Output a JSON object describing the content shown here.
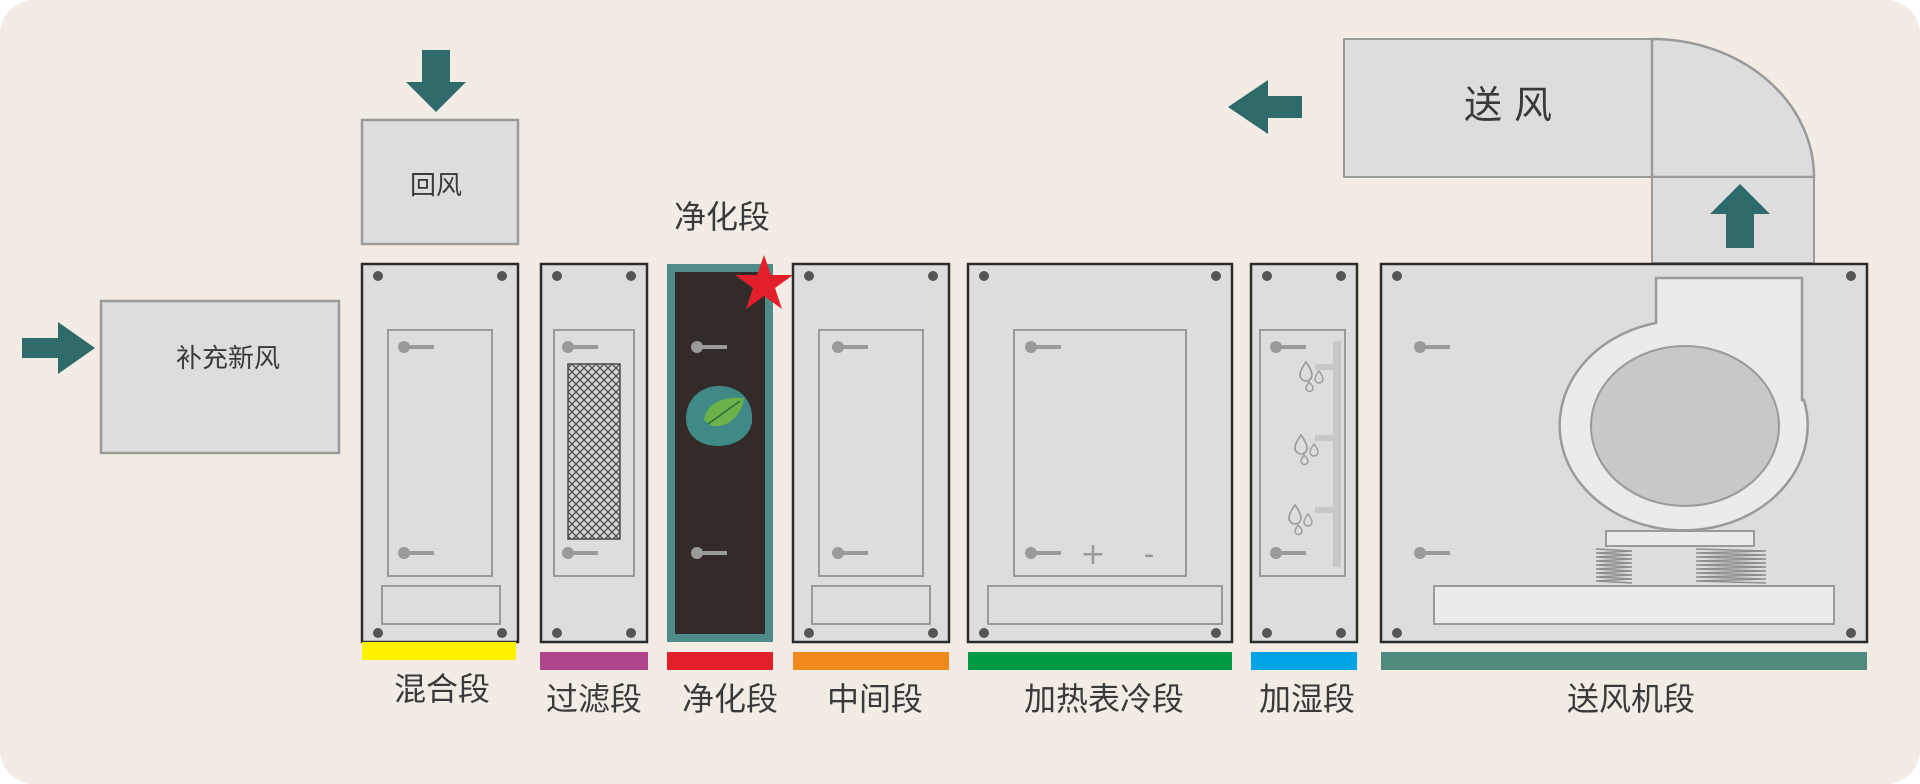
{
  "colors": {
    "background": "#f3ece5",
    "panel": "#dcdddc",
    "panel_stroke": "#2c2c2c",
    "inner_stroke": "#9a9a9a",
    "arrow": "#2f6b6a",
    "dark_section": "#332b29",
    "dark_frame": "#4f8b88",
    "star": "#e3202a",
    "label_text": "#3a3a3a"
  },
  "inputs": {
    "fresh_air": "补充新风",
    "return_air": "回风",
    "supply_air": "送 风"
  },
  "callout": {
    "label": "净化段"
  },
  "heating_signs": {
    "plus": "+",
    "minus": "-"
  },
  "sections": [
    {
      "label": "混合段",
      "color": "#fff200"
    },
    {
      "label": "过滤段",
      "color": "#b0458b"
    },
    {
      "label": "净化段",
      "color": "#e3202a"
    },
    {
      "label": "中间段",
      "color": "#f08a1d"
    },
    {
      "label": "加热表冷段",
      "color": "#009a45"
    },
    {
      "label": "加湿段",
      "color": "#00a4e4"
    },
    {
      "label": "送风机段",
      "color": "#4e8b7c"
    }
  ],
  "icons": {
    "arrows": "arrow-icon",
    "star": "star-icon",
    "logo": "leaf-logo-icon",
    "fan": "centrifugal-fan-icon",
    "filter": "filter-mesh-icon",
    "humidifier": "water-drops-icon"
  }
}
